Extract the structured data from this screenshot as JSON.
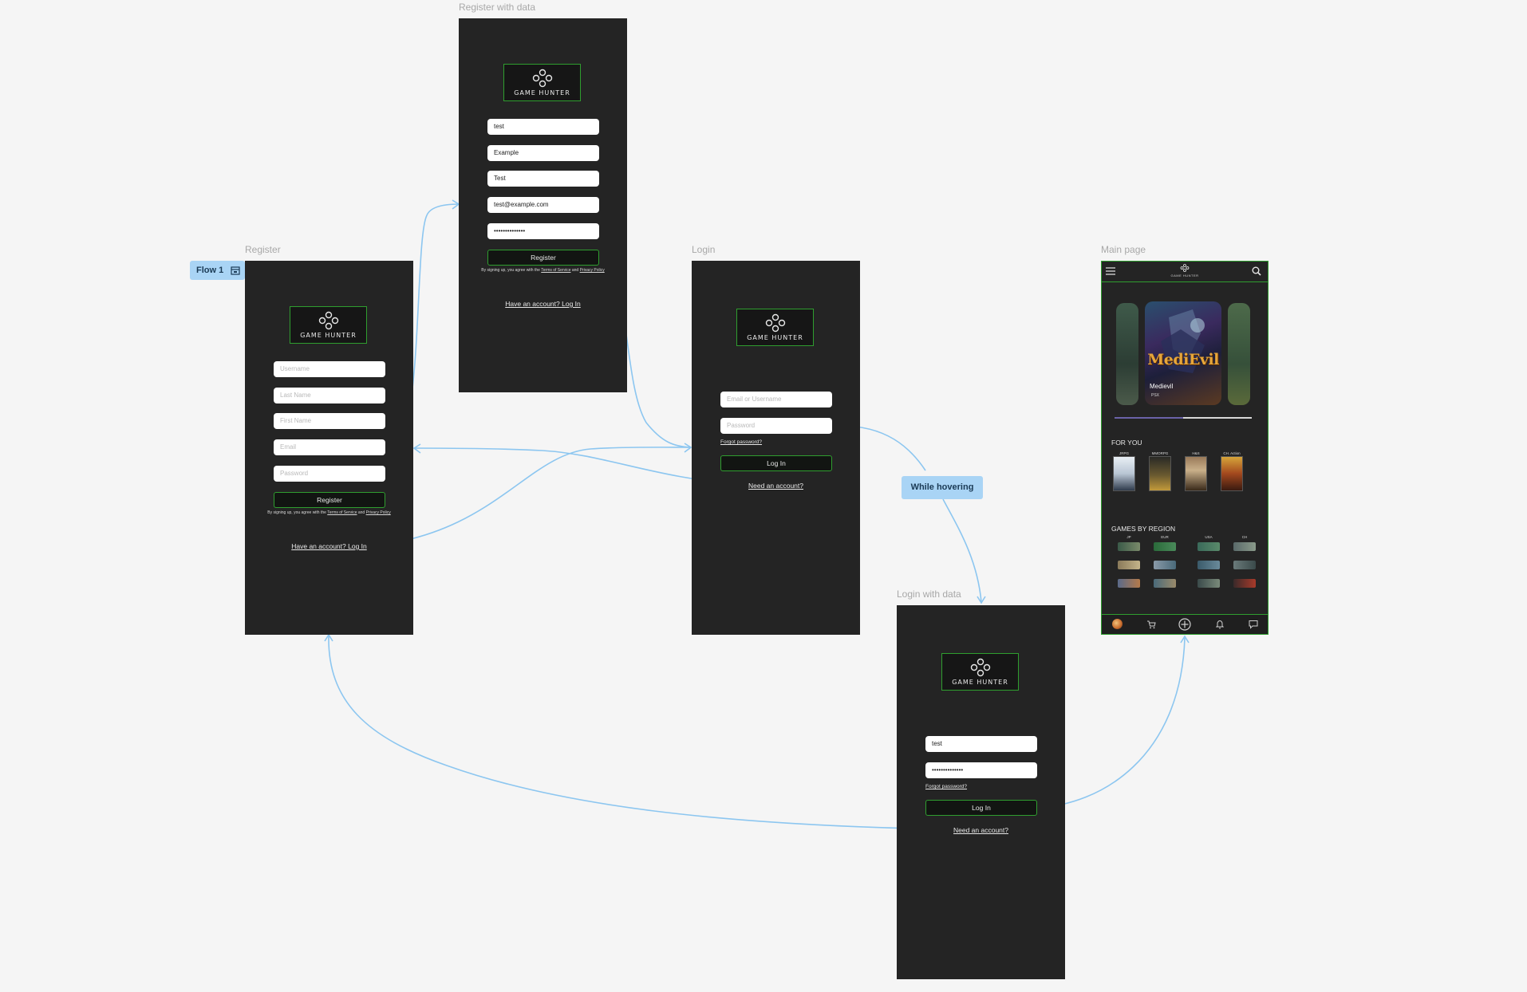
{
  "flow": {
    "label": "Flow 1",
    "hover_label": "While hovering"
  },
  "logo_text": "GAME HUNTER",
  "register": {
    "frame_label": "Register",
    "fields": [
      "Username",
      "Last Name",
      "First Name",
      "Email",
      "Password"
    ],
    "button": "Register",
    "terms_prefix": "By signing up, you agree with the",
    "terms_link": "Terms of Service",
    "terms_and": "and",
    "privacy_link": "Privacy Policy",
    "login_link": "Have an account? Log In"
  },
  "register_data": {
    "frame_label": "Register with data",
    "fields": [
      "test",
      "Example",
      "Test",
      "test@example.com",
      "••••••••••••••"
    ],
    "button": "Register",
    "login_link": "Have an account? Log In"
  },
  "login": {
    "frame_label": "Login",
    "email_placeholder": "Email or Username",
    "password_placeholder": "Password",
    "forgot": "Forgot password?",
    "button": "Log In",
    "need_account": "Need an account?"
  },
  "login_data": {
    "frame_label": "Login with data",
    "email_value": "test",
    "password_value": "••••••••••••••",
    "forgot": "Forgot password?",
    "button": "Log In",
    "need_account": "Need an account?"
  },
  "main_page": {
    "frame_label": "Main page",
    "header_logo": "GAME HUNTER",
    "featured_title": "MediEvil",
    "featured_caption": "Medievil",
    "featured_platform": "PSX",
    "for_you_title": "FOR YOU",
    "for_you_labels": [
      "JRPG",
      "MMORPG",
      "H&S",
      "CH. Action"
    ],
    "regions_title": "GAMES BY REGION",
    "regions": [
      "JP",
      "EUR",
      "USA",
      "CH"
    ]
  },
  "colors": {
    "frame": "#242424",
    "accent": "#2f9e2f",
    "connector": "#8cc6f0",
    "canvas": "#f5f5f5"
  }
}
